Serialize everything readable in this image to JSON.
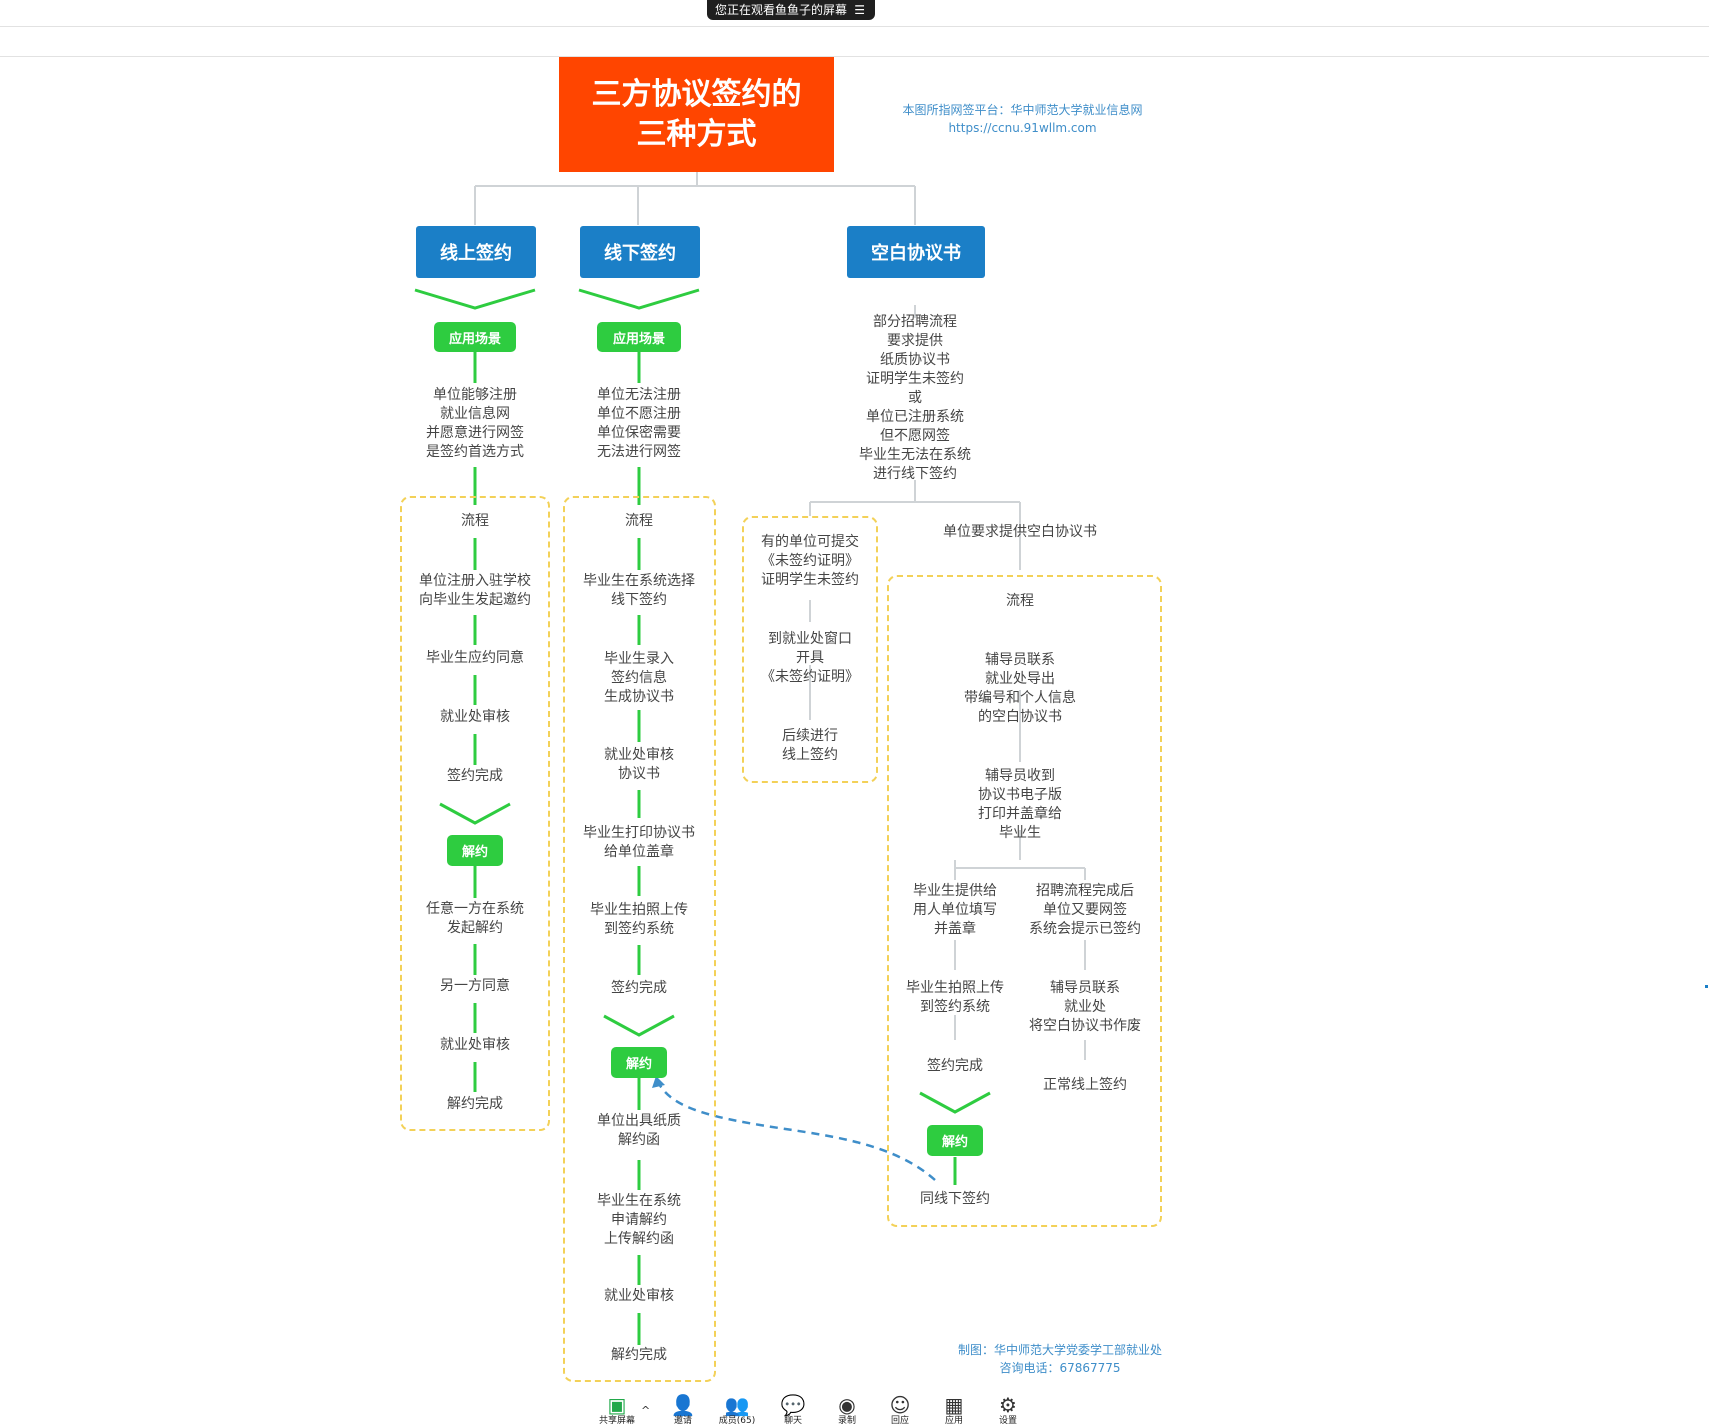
{
  "banner": {
    "text": "您正在观看鱼鱼子的屏幕",
    "menu_icon": "list-icon"
  },
  "chart": {
    "title_line1": "三方协议签约的",
    "title_line2": "三种方式",
    "credit_top_line1": "本图所指网签平台：华中师范大学就业信息网",
    "credit_top_line2": "https://ccnu.91wllm.com",
    "credit_bottom_line1": "制图：华中师范大学党委学工部就业处",
    "credit_bottom_line2": "咨询电话：67867775",
    "online": {
      "header": "线上签约",
      "scene_tag": "应用场景",
      "scene": "单位能够注册\n就业信息网\n并愿意进行网签\n是签约首选方式",
      "flow_label": "流程",
      "steps": [
        "单位注册入驻学校\n向毕业生发起邀约",
        "毕业生应约同意",
        "就业处审核",
        "签约完成"
      ],
      "cancel_tag": "解约",
      "cancel_steps": [
        "任意一方在系统\n发起解约",
        "另一方同意",
        "就业处审核",
        "解约完成"
      ]
    },
    "offline": {
      "header": "线下签约",
      "scene_tag": "应用场景",
      "scene": "单位无法注册\n单位不愿注册\n单位保密需要\n无法进行网签",
      "flow_label": "流程",
      "steps": [
        "毕业生在系统选择\n线下签约",
        "毕业生录入\n签约信息\n生成协议书",
        "就业处审核\n协议书",
        "毕业生打印协议书\n给单位盖章",
        "毕业生拍照上传\n到签约系统",
        "签约完成"
      ],
      "cancel_tag": "解约",
      "cancel_steps": [
        "单位出具纸质\n解约函",
        "毕业生在系统\n申请解约\n上传解约函",
        "就业处审核",
        "解约完成"
      ]
    },
    "blank": {
      "header": "空白协议书",
      "scene": "部分招聘流程\n要求提供\n纸质协议书\n证明学生未签约\n或\n单位已注册系统\n但不愿网签\n毕业生无法在系统\n进行线下签约",
      "left_steps": [
        "有的单位可提交\n《未签约证明》\n证明学生未签约",
        "到就业处窗口\n开具\n《未签约证明》",
        "后续进行\n线上签约"
      ],
      "right_label": "单位要求提供空白协议书",
      "flow_label": "流程",
      "flow_steps": [
        "辅导员联系\n就业处导出\n带编号和个人信息\n的空白协议书",
        "辅导员收到\n协议书电子版\n打印并盖章给\n毕业生"
      ],
      "branch_a": [
        "毕业生提供给\n用人单位填写\n并盖章",
        "毕业生拍照上传\n到签约系统",
        "签约完成"
      ],
      "branch_a_cancel_tag": "解约",
      "branch_a_cancel": "同线下签约",
      "branch_b": [
        "招聘流程完成后\n单位又要网签\n系统会提示已签约",
        "辅导员联系\n就业处\n将空白协议书作废",
        "正常线上签约"
      ]
    }
  },
  "toolbar": {
    "items": [
      {
        "label": "共享屏幕",
        "icon": "share-screen-icon"
      },
      {
        "label": "邀请",
        "icon": "invite-icon"
      },
      {
        "label": "成员(65)",
        "icon": "members-icon"
      },
      {
        "label": "聊天",
        "icon": "chat-icon"
      },
      {
        "label": "录制",
        "icon": "record-icon"
      },
      {
        "label": "回应",
        "icon": "reaction-icon"
      },
      {
        "label": "应用",
        "icon": "apps-icon"
      },
      {
        "label": "设置",
        "icon": "gear-icon"
      }
    ]
  }
}
